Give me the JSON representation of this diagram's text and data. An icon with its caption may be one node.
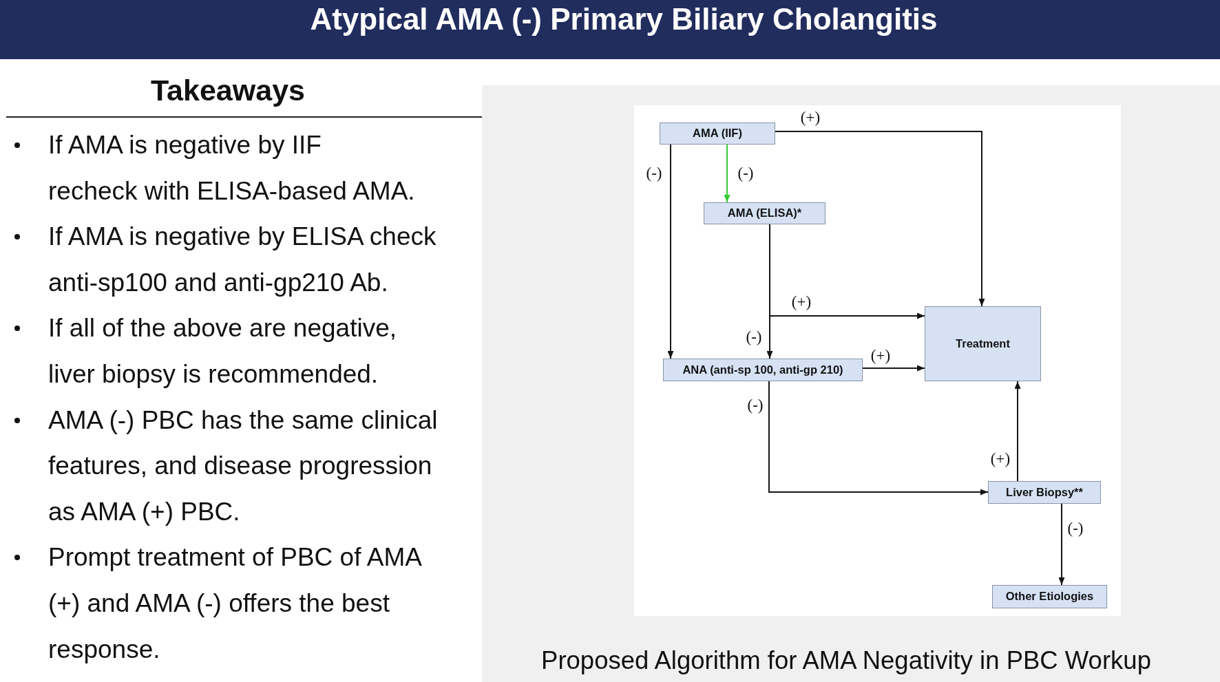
{
  "diagram": {
    "title": "Atypical AMA (-) Primary Biliary Cholangitis",
    "caption": "Proposed Algorithm for AMA Negativity in PBC Workup",
    "nodes": [
      {
        "text": [
          "AMA (IIF)"
        ]
      },
      {
        "text": [
          "AMA (ELISA)*"
        ]
      },
      {
        "text": [
          "Treatment"
        ]
      },
      {
        "text": [
          "ANA (anti-sp 100, anti-gp 210)"
        ]
      },
      {
        "text": [
          "Liver Biopsy**"
        ]
      },
      {
        "text": [
          "Other Etiologies"
        ]
      }
    ],
    "edges": [
      {
        "from": 0,
        "to": 2,
        "arrow": "to",
        "label": "(+)"
      },
      {
        "from": 0,
        "to": 1,
        "arrow": "to",
        "label": "(-)",
        "color": "#33cc33"
      },
      {
        "from": 0,
        "to": 3,
        "arrow": "to",
        "label": "(-)"
      },
      {
        "from": 1,
        "to": 2,
        "arrow": "to",
        "label": "(+)"
      },
      {
        "from": 1,
        "to": 3,
        "arrow": "to",
        "label": "(-)"
      },
      {
        "from": 3,
        "to": 2,
        "arrow": "to",
        "label": "(+)"
      },
      {
        "from": 3,
        "to": 4,
        "arrow": "to",
        "label": "(-)"
      },
      {
        "from": 4,
        "to": 2,
        "arrow": "to",
        "label": "(+)"
      },
      {
        "from": 4,
        "to": 5,
        "arrow": "to",
        "label": "(-)"
      }
    ],
    "labels": [
      "Takeaways",
      "If AMA is negative by IIF recheck with ELISA-based AMA.",
      "If AMA is negative by ELISA check anti-sp100 and anti-gp210 Ab.",
      "If all of the above are negative, liver biopsy is recommended.",
      "AMA (-) PBC has the same clinical features, and disease progression as AMA (+) PBC.",
      "Prompt treatment of PBC of AMA (+) and AMA (-) offers the best response."
    ]
  }
}
